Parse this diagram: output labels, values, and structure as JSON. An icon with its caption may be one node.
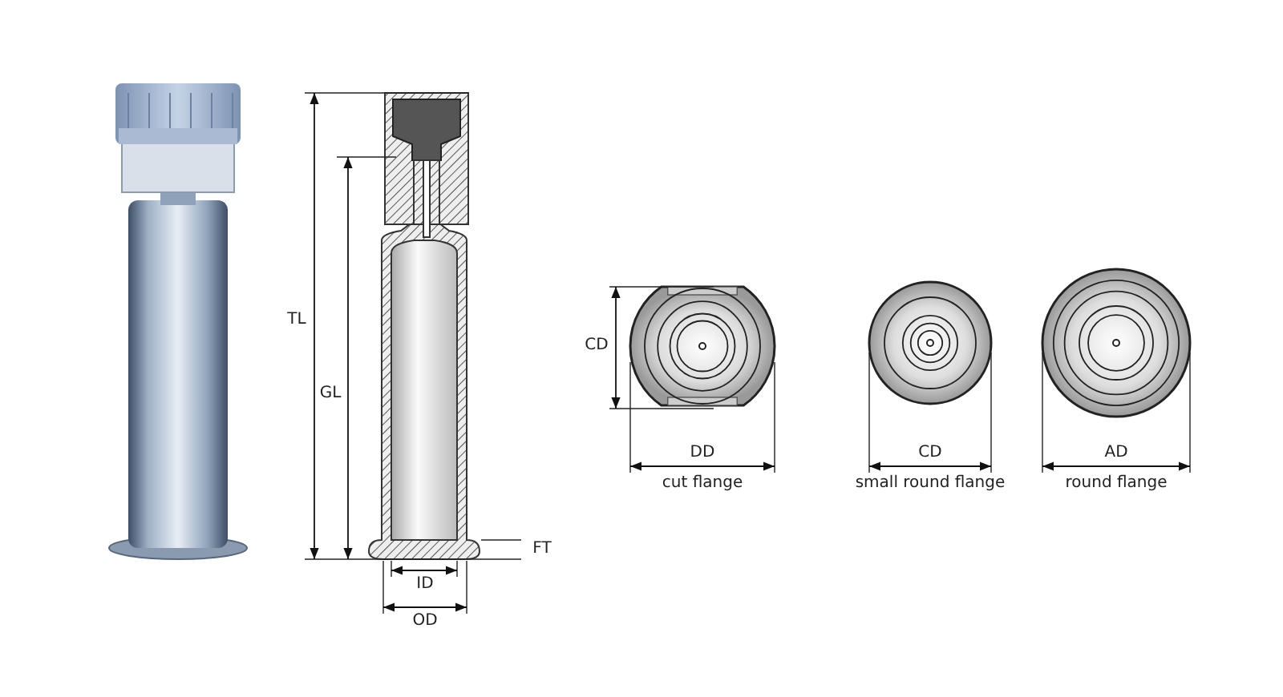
{
  "diagram": {
    "labels": [
      "TL",
      "GL",
      "FT",
      "ID",
      "OD",
      "CD",
      "DD",
      "cut flange",
      "CD",
      "small round flange",
      "AD",
      "round flange"
    ]
  }
}
